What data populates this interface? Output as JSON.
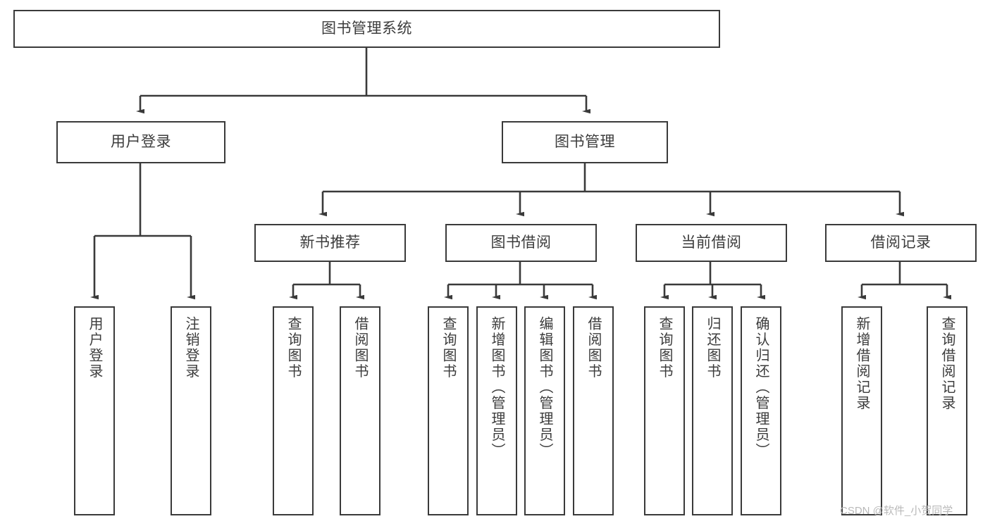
{
  "diagram": {
    "type": "tree",
    "title": "图书管理系统",
    "orientation": "top-down",
    "style": {
      "background": "#ffffff",
      "box_border": "#3a3a3a",
      "box_fill": "#ffffff",
      "text_color": "#3c3c3c",
      "edge_color": "#3a3a3a"
    },
    "nodes": {
      "root": {
        "label": "图书管理系统",
        "level": 0,
        "text_direction": "horizontal"
      },
      "l1": [
        {
          "id": "user_login",
          "label": "用户登录",
          "text_direction": "horizontal"
        },
        {
          "id": "book_mgmt",
          "label": "图书管理",
          "text_direction": "horizontal"
        }
      ],
      "l2": [
        {
          "id": "new_book_rec",
          "label": "新书推荐",
          "parent": "book_mgmt",
          "text_direction": "horizontal"
        },
        {
          "id": "book_borrow",
          "label": "图书借阅",
          "parent": "book_mgmt",
          "text_direction": "horizontal"
        },
        {
          "id": "current_borrow",
          "label": "当前借阅",
          "parent": "book_mgmt",
          "text_direction": "horizontal"
        },
        {
          "id": "borrow_record",
          "label": "借阅记录",
          "parent": "book_mgmt",
          "text_direction": "horizontal"
        }
      ],
      "leaves": [
        {
          "id": "leaf_user_login",
          "label": "用户登录",
          "parent": "user_login",
          "text_direction": "vertical"
        },
        {
          "id": "leaf_logout",
          "label": "注销登录",
          "parent": "user_login",
          "text_direction": "vertical"
        },
        {
          "id": "leaf_query_book_1",
          "label": "查询图书",
          "parent": "new_book_rec",
          "text_direction": "vertical"
        },
        {
          "id": "leaf_borrow_book_1",
          "label": "借阅图书",
          "parent": "new_book_rec",
          "text_direction": "vertical"
        },
        {
          "id": "leaf_query_book_2",
          "label": "查询图书",
          "parent": "book_borrow",
          "text_direction": "vertical"
        },
        {
          "id": "leaf_add_book",
          "label": "新增图书（管理员）",
          "parent": "book_borrow",
          "text_direction": "vertical"
        },
        {
          "id": "leaf_edit_book",
          "label": "编辑图书（管理员）",
          "parent": "book_borrow",
          "text_direction": "vertical"
        },
        {
          "id": "leaf_borrow_book_2",
          "label": "借阅图书",
          "parent": "book_borrow",
          "text_direction": "vertical"
        },
        {
          "id": "leaf_query_book_3",
          "label": "查询图书",
          "parent": "current_borrow",
          "text_direction": "vertical"
        },
        {
          "id": "leaf_return_book",
          "label": "归还图书",
          "parent": "current_borrow",
          "text_direction": "vertical"
        },
        {
          "id": "leaf_confirm_return",
          "label": "确认归还（管理员）",
          "parent": "current_borrow",
          "text_direction": "vertical"
        },
        {
          "id": "leaf_add_record",
          "label": "新增借阅记录",
          "parent": "borrow_record",
          "text_direction": "vertical"
        },
        {
          "id": "leaf_query_record",
          "label": "查询借阅记录",
          "parent": "borrow_record",
          "text_direction": "vertical"
        }
      ]
    }
  },
  "watermark": {
    "text": "CSDN @软件_小贺同学"
  }
}
